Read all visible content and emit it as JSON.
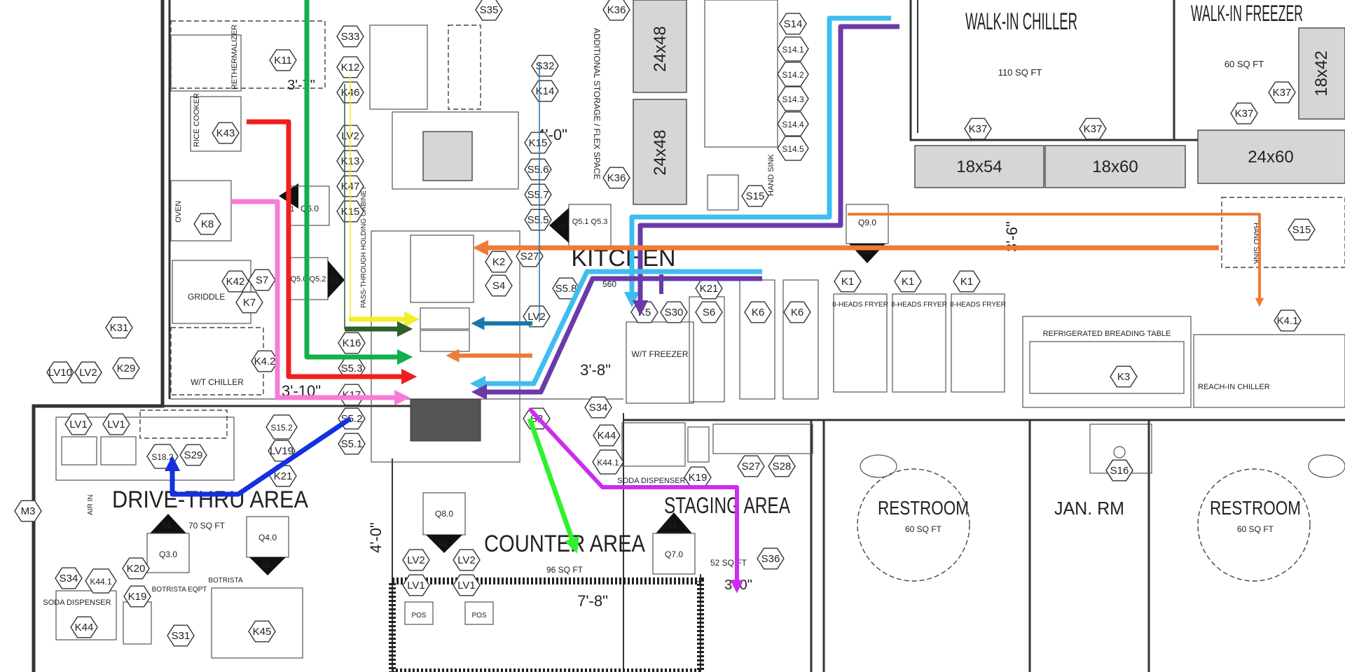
{
  "rooms": {
    "walk_in_chiller": {
      "name": "WALK-IN CHILLER",
      "area": "110 SQ FT"
    },
    "walk_in_freezer": {
      "name": "WALK-IN FREEZER",
      "area": "60 SQ FT"
    },
    "kitchen": {
      "name": "KITCHEN",
      "area": "560"
    },
    "drive_thru": {
      "name": "DRIVE-THRU AREA",
      "area": "70 SQ FT"
    },
    "counter": {
      "name": "COUNTER AREA",
      "area": "96 SQ FT"
    },
    "staging": {
      "name": "STAGING AREA",
      "area": "52 SQ FT"
    },
    "restroom_1": {
      "name": "RESTROOM",
      "area": "60 SQ FT"
    },
    "restroom_2": {
      "name": "RESTROOM",
      "area": "60 SQ FT"
    },
    "janitor": {
      "name": "JAN. RM"
    }
  },
  "equipment_labels": {
    "rethermalizer": "RETHERMALIZER",
    "rice_cooker": "RICE COOKER",
    "oven": "OVEN",
    "griddle": "GRIDDLE",
    "wt_chiller": "W/T CHILLER",
    "pass_through_cabinet": "PASS-THROUGH HOLDING CABINET",
    "wt_freezer": "W/T FREEZER",
    "refrigerated_breading_table": "REFRIGERATED BREADING TABLE",
    "reach_in_chiller": "REACH-IN CHILLER",
    "soda_dispenser": "SODA DISPENSER",
    "soda_dispenser_2": "SODA DISPENSER",
    "botrista_eqpt": "BOTRISTA EQPT",
    "botrista": "BOTRISTA",
    "hand_sink": "HAND SINK",
    "hand_sink_2": "HAND SINK",
    "additional_storage": "ADDITIONAL STORAGE / FLEX SPACE",
    "air_in": "AIR IN",
    "fryer_1": "8-HEADS FRYER",
    "fryer_2": "8-HEADS FRYER",
    "fryer_3": "8-HEADS FRYER",
    "pos_1": "POS",
    "pos_2": "POS"
  },
  "shelving": {
    "s1": "24x48",
    "s2": "24x48",
    "s3": "18x54",
    "s4": "18x60",
    "s5": "24x60",
    "s6": "18x42"
  },
  "dimensions": {
    "d1": "4'-0\"",
    "d2": "3'-6\"",
    "d3": "3'-8\"",
    "d4": "3'-10\"",
    "d5": "4'-0\"",
    "d6": "7'-8\"",
    "d7": "3'-0\"",
    "d8": "3'-7\""
  },
  "tags": [
    {
      "id": "K36a",
      "text": "K36"
    },
    {
      "id": "K36b",
      "text": "K36"
    },
    {
      "id": "S35",
      "text": "S35"
    },
    {
      "id": "S14",
      "text": "S14"
    },
    {
      "id": "S14_1",
      "text": "S14.1"
    },
    {
      "id": "S14_2",
      "text": "S14.2"
    },
    {
      "id": "S14_3",
      "text": "S14.3"
    },
    {
      "id": "S14_4",
      "text": "S14.4"
    },
    {
      "id": "S14_5",
      "text": "S14.5"
    },
    {
      "id": "S15a",
      "text": "S15"
    },
    {
      "id": "S15b",
      "text": "S15"
    },
    {
      "id": "K37a",
      "text": "K37"
    },
    {
      "id": "K37b",
      "text": "K37"
    },
    {
      "id": "K37c",
      "text": "K37"
    },
    {
      "id": "K37d",
      "text": "K37"
    },
    {
      "id": "S33",
      "text": "S33"
    },
    {
      "id": "K12",
      "text": "K12"
    },
    {
      "id": "K46",
      "text": "K46"
    },
    {
      "id": "LV2a",
      "text": "LV2"
    },
    {
      "id": "K13",
      "text": "K13"
    },
    {
      "id": "K47",
      "text": "K47"
    },
    {
      "id": "K15a",
      "text": "K15"
    },
    {
      "id": "S32",
      "text": "S32"
    },
    {
      "id": "K14",
      "text": "K14"
    },
    {
      "id": "K15b",
      "text": "K15"
    },
    {
      "id": "S5_6",
      "text": "S5.6"
    },
    {
      "id": "S5_7",
      "text": "S5.7"
    },
    {
      "id": "S5_5",
      "text": "S5.5"
    },
    {
      "id": "S27a",
      "text": "S27"
    },
    {
      "id": "S5_8",
      "text": "S5.8"
    },
    {
      "id": "S4",
      "text": "S4"
    },
    {
      "id": "K11",
      "text": "K11"
    },
    {
      "id": "K43",
      "text": "K43"
    },
    {
      "id": "K8",
      "text": "K8"
    },
    {
      "id": "K42",
      "text": "K42"
    },
    {
      "id": "S7",
      "text": "S7"
    },
    {
      "id": "K7",
      "text": "K7"
    },
    {
      "id": "K31",
      "text": "K31"
    },
    {
      "id": "K29",
      "text": "K29"
    },
    {
      "id": "K4_2",
      "text": "K4.2"
    },
    {
      "id": "K16",
      "text": "K16"
    },
    {
      "id": "S5_3",
      "text": "S5.3"
    },
    {
      "id": "K17",
      "text": "K17"
    },
    {
      "id": "S5_2",
      "text": "S5.2"
    },
    {
      "id": "S5_1",
      "text": "S5.1"
    },
    {
      "id": "LV2b",
      "text": "LV2"
    },
    {
      "id": "LV10",
      "text": "LV10"
    },
    {
      "id": "LV2c",
      "text": "LV2"
    },
    {
      "id": "LV1a",
      "text": "LV1"
    },
    {
      "id": "LV1b",
      "text": "LV1"
    },
    {
      "id": "S15_2",
      "text": "S15.2"
    },
    {
      "id": "S18_2",
      "text": "S18.2"
    },
    {
      "id": "S29",
      "text": "S29"
    },
    {
      "id": "LV19",
      "text": "LV19"
    },
    {
      "id": "K21a",
      "text": "K21"
    },
    {
      "id": "M3",
      "text": "M3"
    },
    {
      "id": "S34a",
      "text": "S34"
    },
    {
      "id": "K44_1a",
      "text": "K44.1"
    },
    {
      "id": "K20",
      "text": "K20"
    },
    {
      "id": "K19a",
      "text": "K19"
    },
    {
      "id": "K44a",
      "text": "K44"
    },
    {
      "id": "S31",
      "text": "S31"
    },
    {
      "id": "K45",
      "text": "K45"
    },
    {
      "id": "LV2d",
      "text": "LV2"
    },
    {
      "id": "LV2e",
      "text": "LV2"
    },
    {
      "id": "LV1c",
      "text": "LV1"
    },
    {
      "id": "LV1d",
      "text": "LV1"
    },
    {
      "id": "K5",
      "text": "K5"
    },
    {
      "id": "S30",
      "text": "S30"
    },
    {
      "id": "S6",
      "text": "S6"
    },
    {
      "id": "K21b",
      "text": "K21"
    },
    {
      "id": "K6a",
      "text": "K6"
    },
    {
      "id": "K6b",
      "text": "K6"
    },
    {
      "id": "K1a",
      "text": "K1"
    },
    {
      "id": "K1b",
      "text": "K1"
    },
    {
      "id": "K1c",
      "text": "K1"
    },
    {
      "id": "K4_1",
      "text": "K4.1"
    },
    {
      "id": "K3",
      "text": "K3"
    },
    {
      "id": "S34b",
      "text": "S34"
    },
    {
      "id": "K44b",
      "text": "K44"
    },
    {
      "id": "K44_1b",
      "text": "K44.1"
    },
    {
      "id": "K19b",
      "text": "K19"
    },
    {
      "id": "S27b",
      "text": "S27"
    },
    {
      "id": "S28",
      "text": "S28"
    },
    {
      "id": "S36",
      "text": "S36"
    },
    {
      "id": "S16",
      "text": "S16"
    },
    {
      "id": "S2",
      "text": "S2"
    },
    {
      "id": "LV2f",
      "text": "LV2"
    },
    {
      "id": "K2",
      "text": "K2"
    },
    {
      "id": "S16b",
      "text": "S16"
    }
  ],
  "q_markers": [
    {
      "id": "Q6",
      "num": "01",
      "label": "Q6.0"
    },
    {
      "id": "Q5a",
      "num": "01",
      "label": "Q5.1 Q5.3"
    },
    {
      "id": "Q5b",
      "num": "01",
      "label": "Q5.0 Q5.2"
    },
    {
      "id": "Q9",
      "num": "01",
      "label": "Q9.0"
    },
    {
      "id": "Q3",
      "num": "01",
      "label": "Q3.0"
    },
    {
      "id": "Q4",
      "num": "01",
      "label": "Q4.0"
    },
    {
      "id": "Q8",
      "num": "01",
      "label": "Q8.0"
    },
    {
      "id": "Q7",
      "num": "01",
      "label": "Q7.0"
    }
  ],
  "flow_colors": {
    "cyan": "#3fbdf0",
    "purple": "#6a3aa8",
    "orange": "#f07a36",
    "yellow": "#f2ee2a",
    "dark_green": "#2f5f2a",
    "blue_teal": "#1a78a8",
    "green": "#11b04a",
    "red": "#f01e1e",
    "pink": "#f77bd6",
    "blue": "#1530e0",
    "lime": "#2ef22e",
    "magenta": "#cc2cf0"
  }
}
